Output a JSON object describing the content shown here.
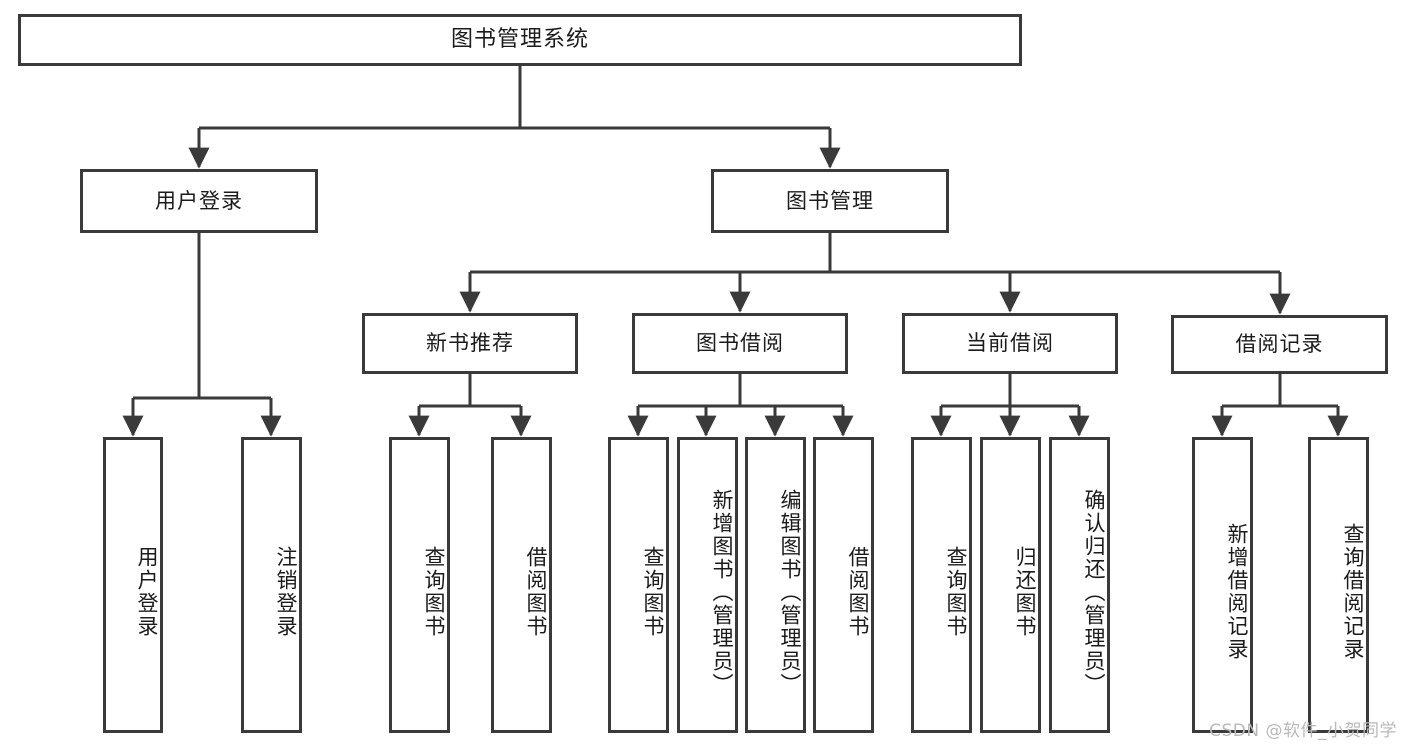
{
  "diagram": {
    "title": "图书管理系统",
    "type": "hierarchy-tree",
    "root": {
      "label": "图书管理系统"
    },
    "level2": [
      {
        "id": "user-login",
        "label": "用户登录"
      },
      {
        "id": "book-management",
        "label": "图书管理"
      }
    ],
    "level3": [
      {
        "id": "new-book-recommend",
        "label": "新书推荐",
        "parent": "book-management"
      },
      {
        "id": "book-borrow",
        "label": "图书借阅",
        "parent": "book-management"
      },
      {
        "id": "current-borrow",
        "label": "当前借阅",
        "parent": "book-management"
      },
      {
        "id": "borrow-record",
        "label": "借阅记录",
        "parent": "book-management"
      }
    ],
    "leaves": [
      {
        "id": "leaf-user-login",
        "label": "用户登录",
        "parent": "user-login"
      },
      {
        "id": "leaf-logout-login",
        "label": "注销登录",
        "parent": "user-login"
      },
      {
        "id": "leaf-query-book-1",
        "label": "查询图书",
        "parent": "new-book-recommend"
      },
      {
        "id": "leaf-borrow-book-1",
        "label": "借阅图书",
        "parent": "new-book-recommend"
      },
      {
        "id": "leaf-query-book-2",
        "label": "查询图书",
        "parent": "book-borrow"
      },
      {
        "id": "leaf-add-book",
        "label": "新增图书（管理员）",
        "parent": "book-borrow"
      },
      {
        "id": "leaf-edit-book",
        "label": "编辑图书（管理员）",
        "parent": "book-borrow"
      },
      {
        "id": "leaf-borrow-book-2",
        "label": "借阅图书",
        "parent": "book-borrow"
      },
      {
        "id": "leaf-query-book-3",
        "label": "查询图书",
        "parent": "current-borrow"
      },
      {
        "id": "leaf-return-book",
        "label": "归还图书",
        "parent": "current-borrow"
      },
      {
        "id": "leaf-confirm-return",
        "label": "确认归还（管理员）",
        "parent": "current-borrow"
      },
      {
        "id": "leaf-add-record",
        "label": "新增借阅记录",
        "parent": "borrow-record"
      },
      {
        "id": "leaf-query-record",
        "label": "查询借阅记录",
        "parent": "borrow-record"
      }
    ],
    "colors": {
      "stroke": "#3a3a3a",
      "fill": "#ffffff",
      "text": "#1b1b1b",
      "watermark": "#b9b9b9"
    }
  },
  "watermark": {
    "text": "CSDN @软件_小贺同学"
  }
}
